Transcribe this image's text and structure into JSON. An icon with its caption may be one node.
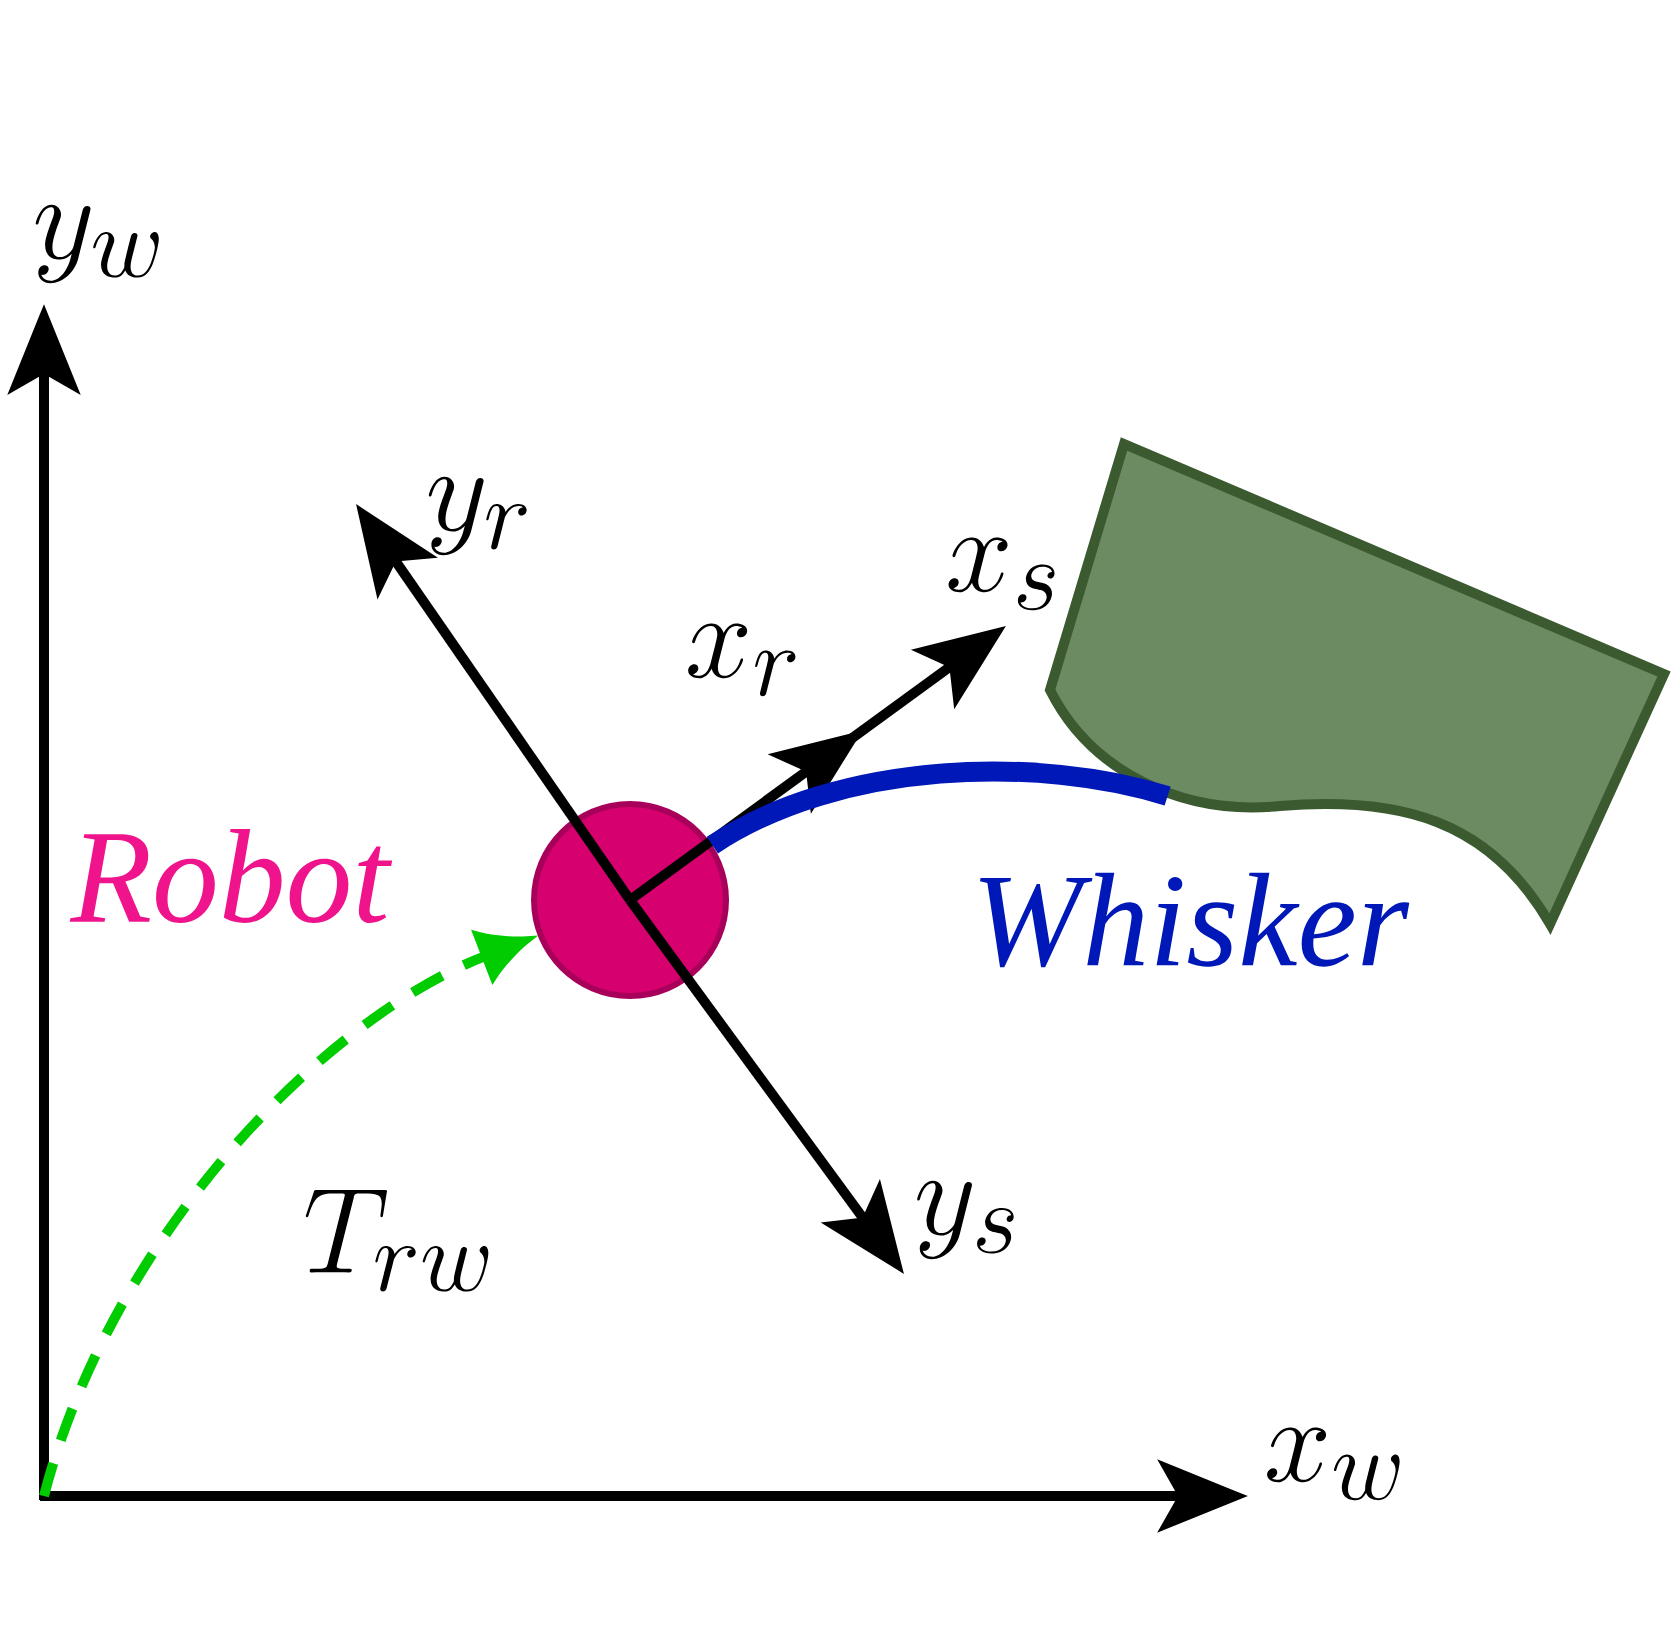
{
  "diagram": {
    "nodes": [
      {
        "text": [],
        "shape": "circle",
        "beside": [
          "Robot"
        ]
      },
      {
        "text": [],
        "shape": "polygon"
      }
    ],
    "edges": [
      {
        "from": null,
        "to": 0,
        "arrow": "to",
        "style": "dashed",
        "color": "#00cc00",
        "label": "T_{rw}"
      },
      {
        "from": 0,
        "to": 1,
        "arrow": "none",
        "style": "thick",
        "color": "#0018b8",
        "label": "Whisker"
      }
    ],
    "labels": [
      "y_w",
      "y_r",
      "x_s",
      "x_r",
      "y_s",
      "x_w"
    ]
  }
}
